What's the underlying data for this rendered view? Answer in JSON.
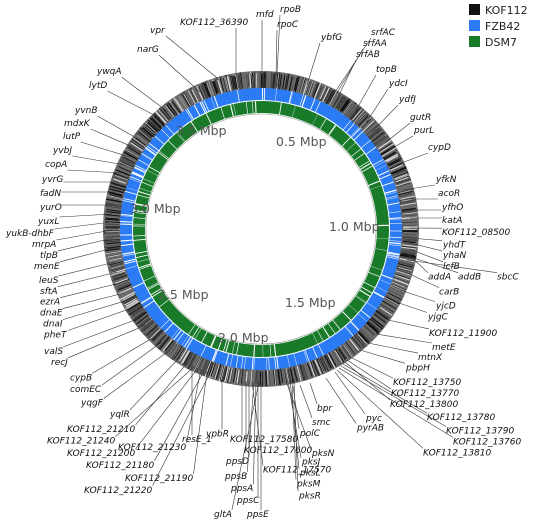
{
  "legend": [
    {
      "label": "KOF112",
      "color": "#111111"
    },
    {
      "label": "FZB42",
      "color": "#2b7bf4"
    },
    {
      "label": "DSM7",
      "color": "#197a2a"
    }
  ],
  "mbp_labels": [
    "0.5 Mbp",
    "1.0 Mbp",
    "1.5 Mbp",
    "2.0 Mbp",
    "2.5 Mbp",
    "3.0 Mbp",
    "3.5 Mbp"
  ],
  "genes": [
    "KOF112_36390",
    "mfd",
    "rpoB",
    "rpoC",
    "ybfG",
    "srfAC",
    "srfAA",
    "srfAB",
    "vpr",
    "narG",
    "ywqA",
    "lytD",
    "topB",
    "ydcI",
    "ydfJ",
    "gutR",
    "purL",
    "cypD",
    "yvnB",
    "mdxK",
    "lutP",
    "yvbJ",
    "copA",
    "yvrG",
    "fadN",
    "yfkN",
    "acoR",
    "yfhO",
    "katA",
    "KOF112_08500",
    "yhdT",
    "yhaN",
    "lcfB",
    "addA",
    "addB",
    "sbcC",
    "carB",
    "yjcD",
    "yjgC",
    "KOF112_11900",
    "yurO",
    "yuxL",
    "yukB-dhbF",
    "mrpA",
    "tlpB",
    "menE",
    "leuS",
    "sftA",
    "ezrA",
    "dnaE",
    "dnaI",
    "pheT",
    "valS",
    "recJ",
    "cypB",
    "comEC",
    "yqgF",
    "metE",
    "mtnX",
    "pbpH",
    "KOF112_13750",
    "KOF112_13770",
    "KOF112_13800",
    "KOF112_13780",
    "KOF112_13790",
    "KOF112_13760",
    "KOF112_13810",
    "pyc",
    "pyrAB",
    "bpr",
    "smc",
    "polC",
    "yqlR",
    "KOF112_21210",
    "resE_1",
    "KOF112_21240",
    "KOF112_21200",
    "KOF112_21230",
    "KOF112_21180",
    "KOF112_21190",
    "KOF112_21220",
    "ypbR",
    "KOF112_17580",
    "KOF112_17600",
    "ppsD",
    "KOF112_17570",
    "ppsB",
    "ppsA",
    "ppsC",
    "gltA",
    "ppsE",
    "pksN",
    "pksJ",
    "pksL",
    "pksM",
    "pksR"
  ]
}
